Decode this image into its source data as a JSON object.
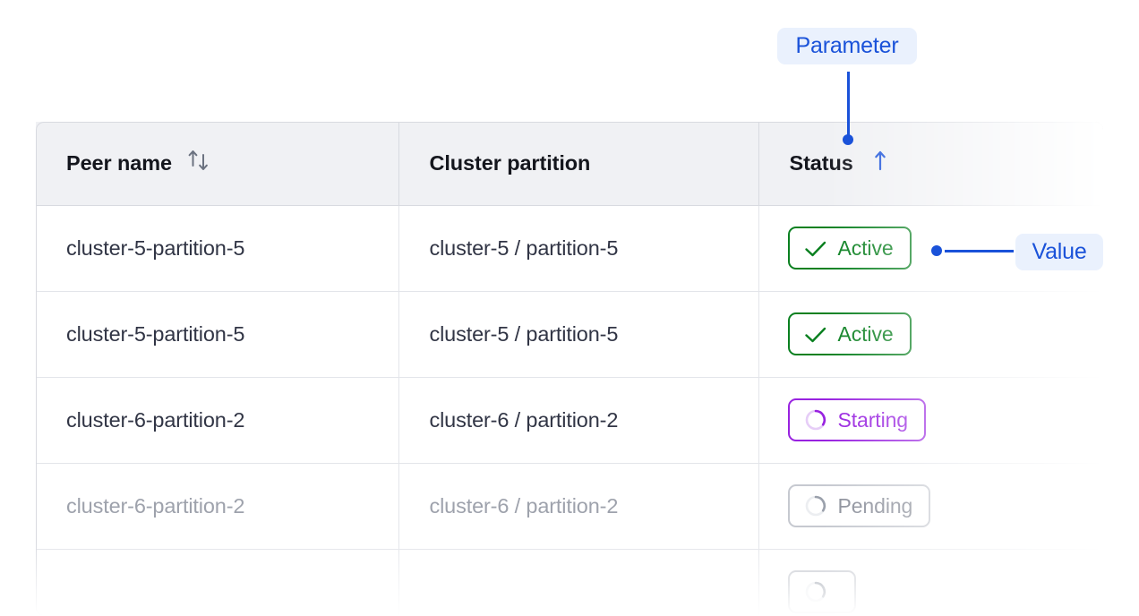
{
  "table": {
    "columns": [
      {
        "label": "Peer name",
        "sort_icon": "sort-both-icon",
        "sorted": false
      },
      {
        "label": "Cluster partition",
        "sort_icon": null,
        "sorted": false
      },
      {
        "label": "Status",
        "sort_icon": "sort-asc-icon",
        "sorted": true
      }
    ],
    "rows": [
      {
        "peer_name": "cluster-5-partition-5",
        "cluster_partition": "cluster-5 / partition-5",
        "status": "Active",
        "status_kind": "active",
        "status_icon": "check-icon",
        "muted": false
      },
      {
        "peer_name": "cluster-5-partition-5",
        "cluster_partition": "cluster-5 / partition-5",
        "status": "Active",
        "status_kind": "active",
        "status_icon": "check-icon",
        "muted": false
      },
      {
        "peer_name": "cluster-6-partition-2",
        "cluster_partition": "cluster-6 / partition-2",
        "status": "Starting",
        "status_kind": "starting",
        "status_icon": "spinner-icon",
        "muted": false
      },
      {
        "peer_name": "cluster-6-partition-2",
        "cluster_partition": "cluster-6 / partition-2",
        "status": "Pending",
        "status_kind": "pending",
        "status_icon": "spinner-icon",
        "muted": true
      },
      {
        "peer_name": "",
        "cluster_partition": "",
        "status": "",
        "status_kind": "pending",
        "status_icon": "spinner-icon",
        "muted": true
      }
    ]
  },
  "annotations": {
    "parameter": {
      "label": "Parameter",
      "target": "status-column-header"
    },
    "value": {
      "label": "Value",
      "target": "status-badge-row-1"
    }
  },
  "colors": {
    "annotation_blue": "#1a52d9",
    "annotation_bg": "#eaf1fd",
    "status_active": "#0a8020",
    "status_starting": "#9822e0",
    "status_pending": "#8b8f9a",
    "header_bg": "#f0f1f4",
    "border": "#d8dae0",
    "text": "#313545",
    "text_muted": "#9ea2ac"
  }
}
